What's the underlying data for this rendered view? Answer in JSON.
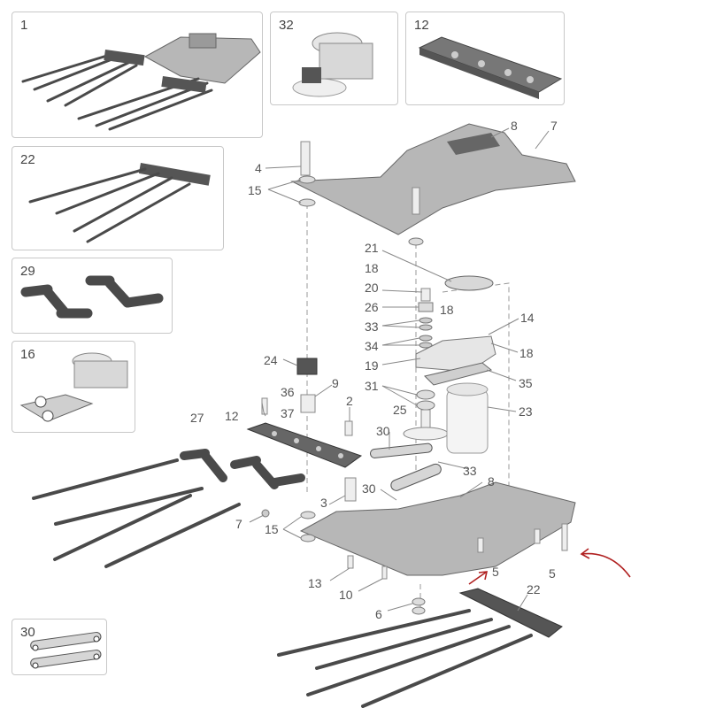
{
  "panels": {
    "p1": "1",
    "p32": "32",
    "p12": "12",
    "p22": "22",
    "p29": "29",
    "p16": "16",
    "p30": "30"
  },
  "callouts": {
    "c8_top": "8",
    "c7_top": "7",
    "c4": "4",
    "c15_top": "15",
    "c21": "21",
    "c18_a": "18",
    "c20": "20",
    "c26": "26",
    "c18_b": "18",
    "c33_a": "33",
    "c14": "14",
    "c34": "34",
    "c18_c": "18",
    "c19": "19",
    "c24": "24",
    "c35": "35",
    "c31": "31",
    "c9": "9",
    "c36": "36",
    "c37": "37",
    "c2": "2",
    "c25": "25",
    "c23": "23",
    "c27": "27",
    "c12": "12",
    "c30_a": "30",
    "c33_b": "33",
    "c30_b": "30",
    "c8_bottom": "8",
    "c3": "3",
    "c7_bottom": "7",
    "c15_bottom": "15",
    "c5_a": "5",
    "c5_b": "5",
    "c13": "13",
    "c10": "10",
    "c6": "6",
    "c22": "22"
  },
  "colors": {
    "part_fill": "#b7b7b7",
    "part_dark": "#5a5a5a",
    "rod": "#4a4a4a",
    "leader": "#888888",
    "arrow": "#b02020"
  }
}
